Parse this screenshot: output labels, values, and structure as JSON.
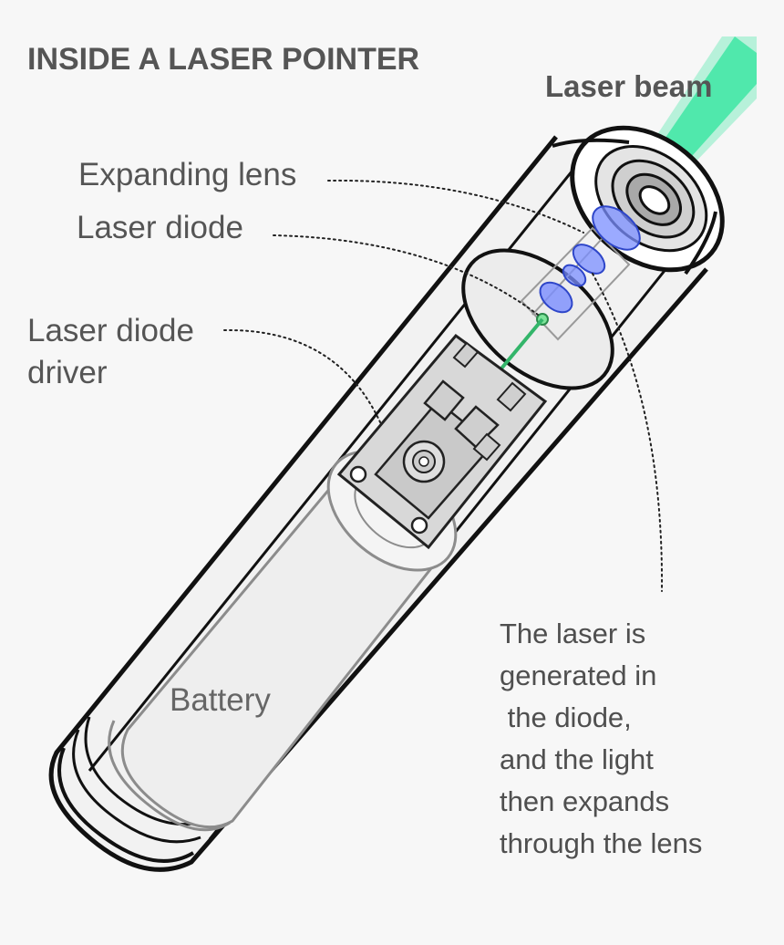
{
  "title": "INSIDE A LASER POINTER",
  "labels": {
    "laser_beam": "Laser beam",
    "expanding_lens": "Expanding lens",
    "laser_diode": "Laser diode",
    "laser_diode_driver": "Laser diode\ndriver",
    "battery": "Battery"
  },
  "explanation": "The laser is\ngenerated in\n the diode,\nand the light\nthen expands\nthrough the lens",
  "colors": {
    "beam": "#3ee6a3",
    "lens": "#6f86ff",
    "diode_emission": "#33b56a",
    "outline": "#111111",
    "background": "#f7f7f7"
  }
}
